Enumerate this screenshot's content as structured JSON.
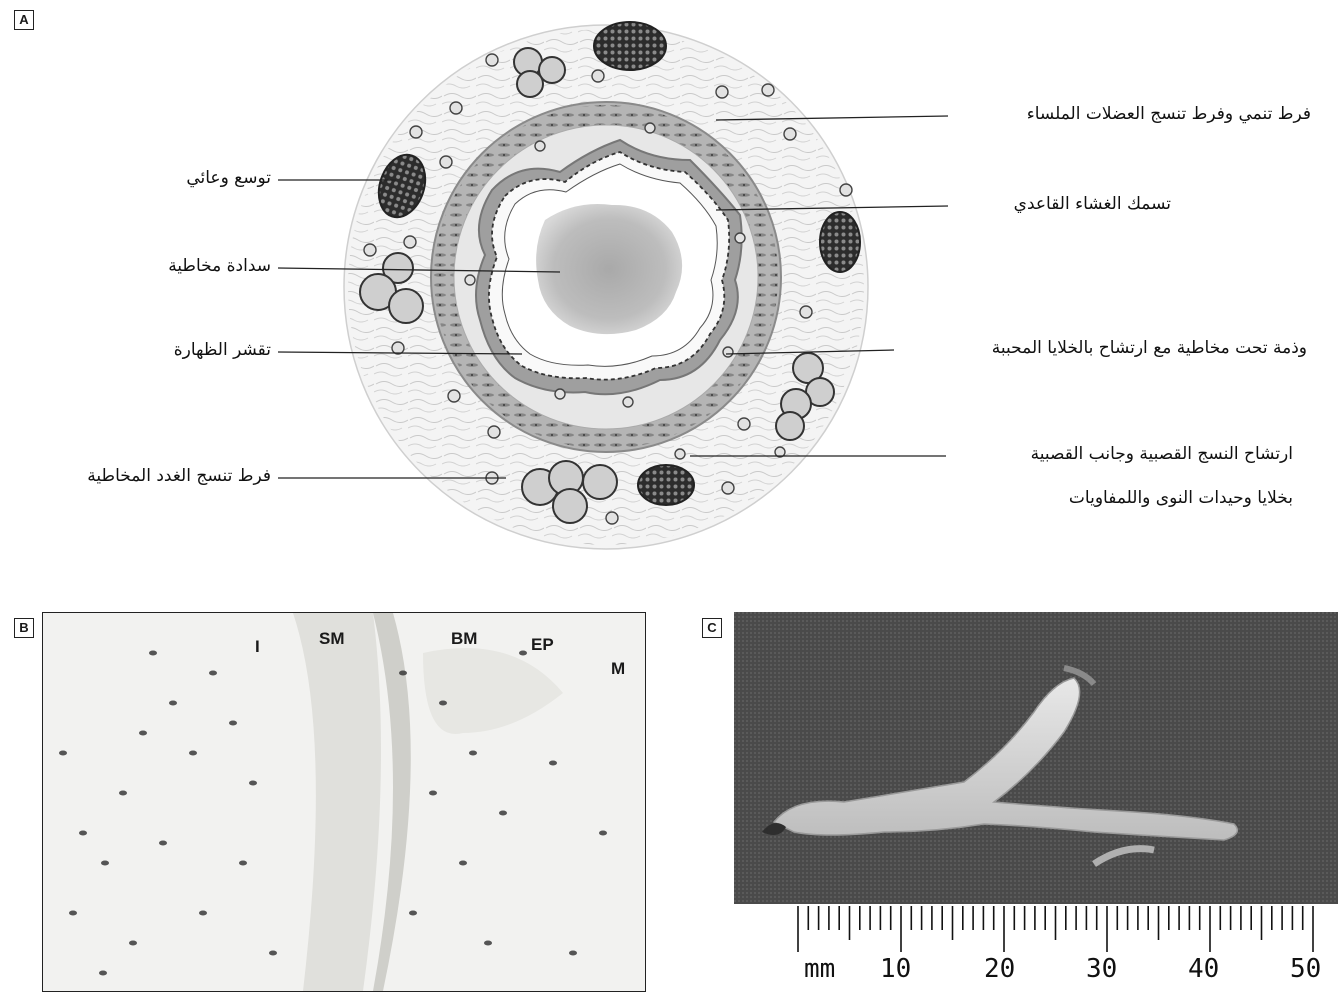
{
  "panels": {
    "a": "A",
    "b": "B",
    "c": "C"
  },
  "diagram_a": {
    "labels": {
      "smooth_muscle": "فرط تنمي وفرط تنسج العضلات الملساء",
      "basement_membrane": "تسمك الغشاء القاعدي",
      "submucosal_edema": "وذمة تحت مخاطية مع ارتشاح بالخلايا المحببة",
      "infiltration_line1": "ارتشاح النسج القصبية وجانب القصبية",
      "infiltration_line2": "بخلايا وحيدات النوى واللمفاويات",
      "vasodilation": "توسع وعائي",
      "mucus_plug": "سدادة مخاطية",
      "epithelial_shedding": "تقشر الظهارة",
      "gland_hyperplasia": "فرط تنسج الغدد المخاطية"
    }
  },
  "photo_b": {
    "labels": {
      "i": "I",
      "sm": "SM",
      "bm": "BM",
      "ep": "EP",
      "m": "M"
    }
  },
  "photo_c": {
    "ruler": {
      "unit": "mm",
      "ticks": [
        "10",
        "20",
        "30",
        "40",
        "50"
      ]
    }
  }
}
